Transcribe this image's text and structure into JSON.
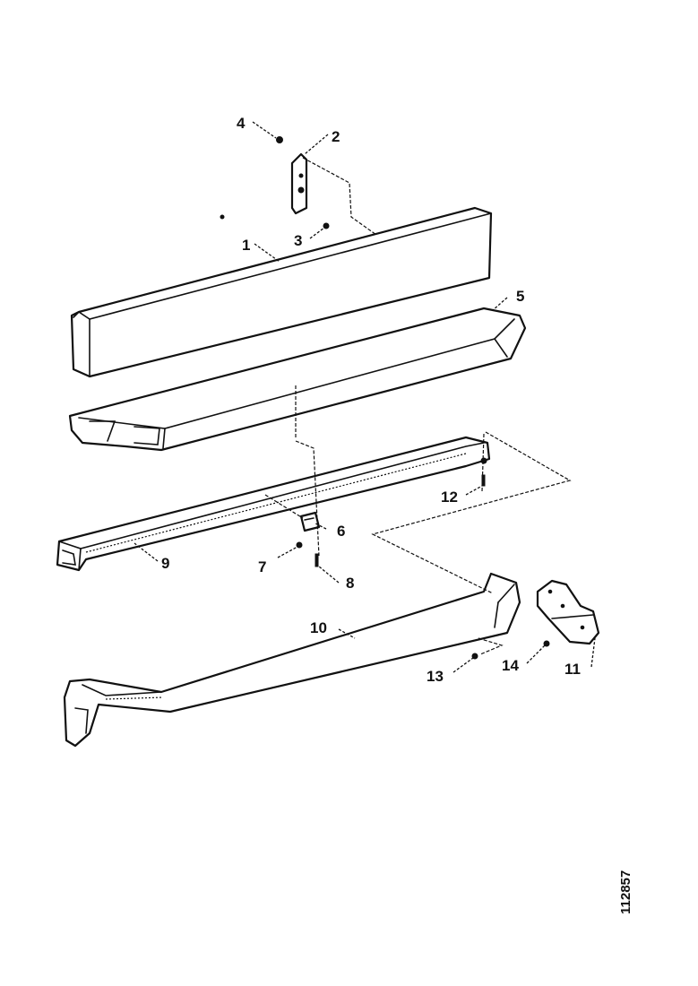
{
  "callouts": {
    "c1": "1",
    "c2": "2",
    "c3": "3",
    "c4": "4",
    "c5": "5",
    "c6": "6",
    "c7": "7",
    "c8": "8",
    "c9": "9",
    "c10": "10",
    "c11": "11",
    "c12": "12",
    "c13": "13",
    "c14": "14"
  },
  "drawing_number": "112857"
}
